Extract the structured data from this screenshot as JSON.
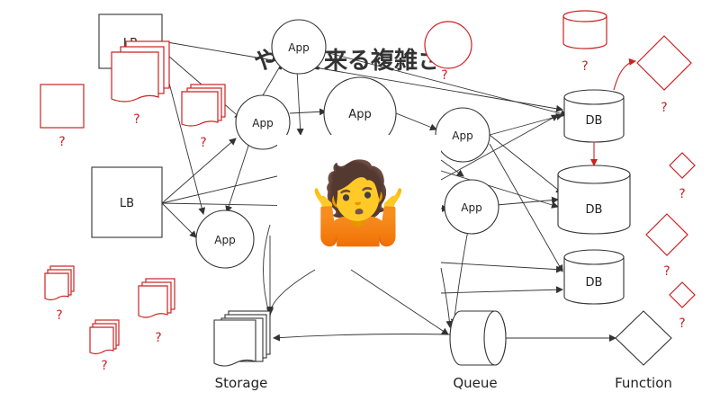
{
  "title": "やがて来る複雑さ",
  "nodes": {
    "lb1": "LB",
    "lb2": "LB",
    "app": "App",
    "db": "DB",
    "storage": "Storage",
    "queue": "Queue",
    "function": "Function"
  },
  "unknown_mark": "?",
  "person_emoji": "🤷",
  "colors": {
    "line": "#333333",
    "unknown": "#cc2222"
  }
}
